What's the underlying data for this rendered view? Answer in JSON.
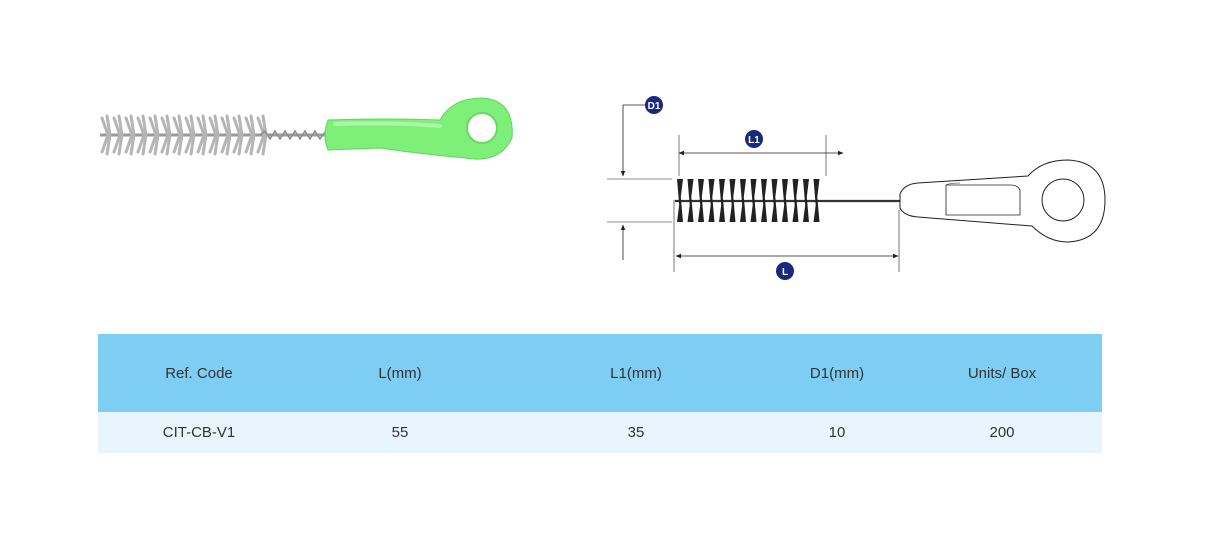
{
  "table": {
    "headers": [
      "Ref. Code",
      "L(mm)",
      "L1(mm)",
      "D1(mm)",
      "Units/ Box"
    ],
    "rows": [
      [
        "CIT-CB-V1",
        "55",
        "35",
        "10",
        "200"
      ]
    ]
  },
  "drawing": {
    "labels": {
      "d1": "D1",
      "l1": "L1",
      "l": "L"
    }
  },
  "colors": {
    "header_bg": "#7ecdf3",
    "row_bg": "#e8f5fc",
    "handle_green": "#7ef07a",
    "badge": "#1a2a7a"
  }
}
